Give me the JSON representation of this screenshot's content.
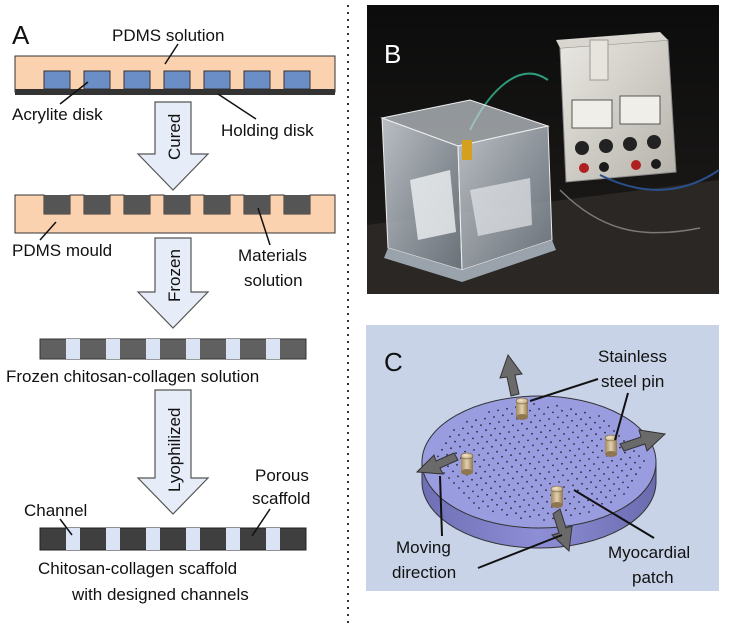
{
  "panel_a": {
    "letter": "A",
    "pdms_solution": "PDMS solution",
    "acrylite_disk": "Acrylite disk",
    "holding_disk": "Holding disk",
    "cured": "Cured",
    "pdms_mould": "PDMS mould",
    "materials_line1": "Materials",
    "materials_line2": "solution",
    "frozen": "Frozen",
    "frozen_solution": "Frozen chitosan-collagen solution",
    "lyophilized": "Lyophilized",
    "porous_line1": "Porous",
    "porous_line2": "scaffold",
    "channel": "Channel",
    "scaffold_line1": "Chitosan-collagen scaffold",
    "scaffold_line2": "with designed channels"
  },
  "panel_b": {
    "letter": "B"
  },
  "panel_c": {
    "letter": "C",
    "pin_line1": "Stainless",
    "pin_line2": "steel pin",
    "moving_line1": "Moving",
    "moving_line2": "direction",
    "patch_line1": "Myocardial",
    "patch_line2": "patch"
  },
  "colors": {
    "pdms": "#fbd2b0",
    "acrylite": "#6c8ec7",
    "holding": "#333333",
    "arrow_fill": "#e6ecf8",
    "scaffold_dark": "#5a5a5a",
    "channel_light": "#dbe4f4",
    "panel_c_bg": "#c8d3e8",
    "disk": "#9a9ce0"
  }
}
